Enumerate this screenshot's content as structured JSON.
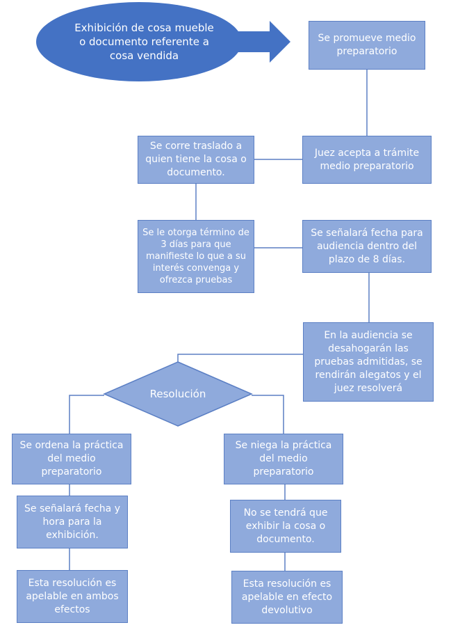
{
  "colors": {
    "box_fill": "#8faadc",
    "box_border": "#5b7fc4",
    "start_fill": "#4472c4",
    "connector": "#5b7fc4",
    "text": "#ffffff"
  },
  "shapes": {
    "start": "ellipse",
    "start_arrow": "block-arrow-right",
    "decision": "diamond",
    "process": "rectangle"
  },
  "nodes": {
    "start": "Exhibición de cosa mueble o documento referente a cosa vendida",
    "promote": "Se promueve medio preparatorio",
    "accept": "Juez acepta a trámite medio preparatorio",
    "transfer": "Se corre traslado a quien tiene la cosa o documento.",
    "term": "Se le otorga término de 3 días para que manifieste lo que a su interés convenga y ofrezca pruebas",
    "hearing_date": "Se señalará fecha para audiencia dentro del plazo de 8 días.",
    "hearing": "En la audiencia se desahogarán las pruebas admitidas, se rendirán alegatos y el juez resolverá",
    "decision": "Resolución",
    "ordered": "Se ordena la práctica del medio preparatorio",
    "denied": "Se niega la práctica del medio preparatorio",
    "exhibit_date": "Se señalará fecha y hora para la exhibición.",
    "no_exhibit": "No se tendrá que exhibir la cosa o documento.",
    "appeal_both": "Esta resolución es apelable en ambos efectos",
    "appeal_devolutive": "Esta resolución es apelable en efecto devolutivo"
  }
}
